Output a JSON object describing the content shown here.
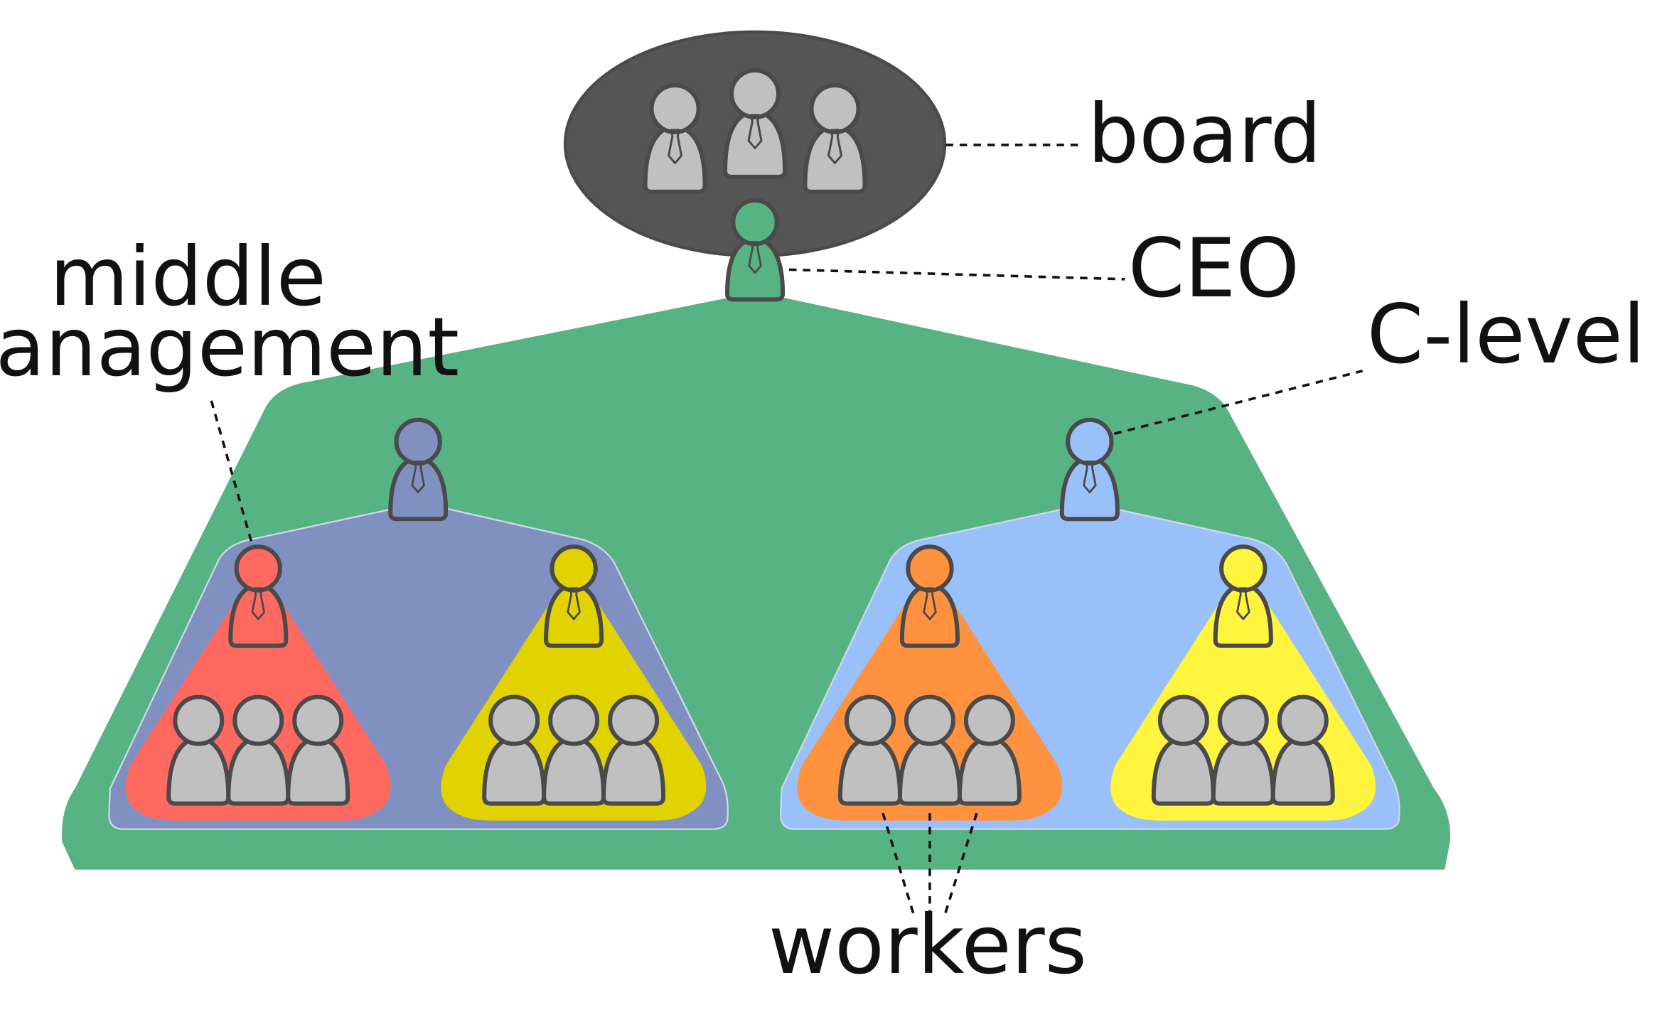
{
  "labels": {
    "board": "board",
    "ceo": "CEO",
    "c_level": "C-level",
    "middle_line1": "middle",
    "middle_line2": "management",
    "workers": "workers"
  },
  "colors": {
    "company": "#57b383",
    "board_bg": "#555555",
    "person_gray": "#c0c0c0",
    "ceo": "#57b383",
    "division_left": "#8090c0",
    "division_right": "#9ac0fa",
    "team_red": "#ff6960",
    "team_olive": "#e0d300",
    "team_orange": "#ff913f",
    "team_yellow": "#fff43e",
    "outline": "#4a4a4a"
  },
  "board": {
    "member_count": 3
  },
  "divisions": [
    {
      "name_color": "division_left",
      "teams": [
        {
          "color": "team_red",
          "workers": 3
        },
        {
          "color": "team_olive",
          "workers": 3
        }
      ]
    },
    {
      "name_color": "division_right",
      "teams": [
        {
          "color": "team_orange",
          "workers": 3
        },
        {
          "color": "team_yellow",
          "workers": 3
        }
      ]
    }
  ]
}
